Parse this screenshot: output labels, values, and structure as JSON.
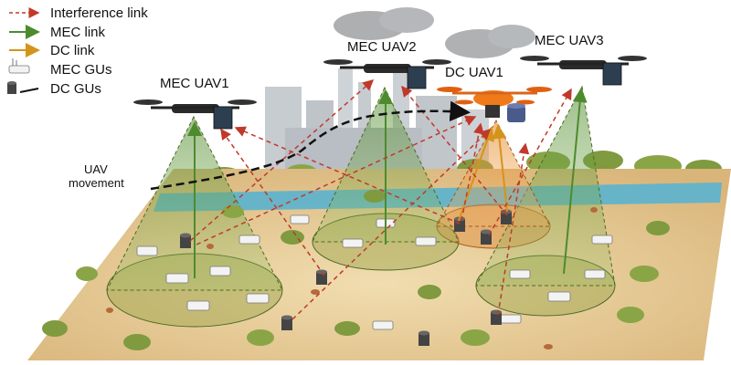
{
  "legend": {
    "items": [
      {
        "label": "Interference link",
        "color": "#c0392b",
        "style": "dashed-arrow"
      },
      {
        "label": "MEC link",
        "color": "#4e8a2e",
        "style": "solid-arrow"
      },
      {
        "label": "DC link",
        "color": "#d4941c",
        "style": "solid-arrow"
      },
      {
        "label": "MEC GUs",
        "icon": "router-icon"
      },
      {
        "label": "DC GUs",
        "icon": "cylinder-device-icon"
      }
    ]
  },
  "uavs": {
    "uav1": "MEC UAV1",
    "uav2": "MEC UAV2",
    "uav3": "MEC UAV3",
    "dc1": "DC UAV1"
  },
  "movement_label_line1": "UAV",
  "movement_label_line2": "movement",
  "colors": {
    "interference": "#c0392b",
    "mec": "#4e8a2e",
    "dc": "#d4941c",
    "ground": "#e9cf9a",
    "river": "#5ab3cf",
    "dc_drone": "#f07a1a"
  }
}
